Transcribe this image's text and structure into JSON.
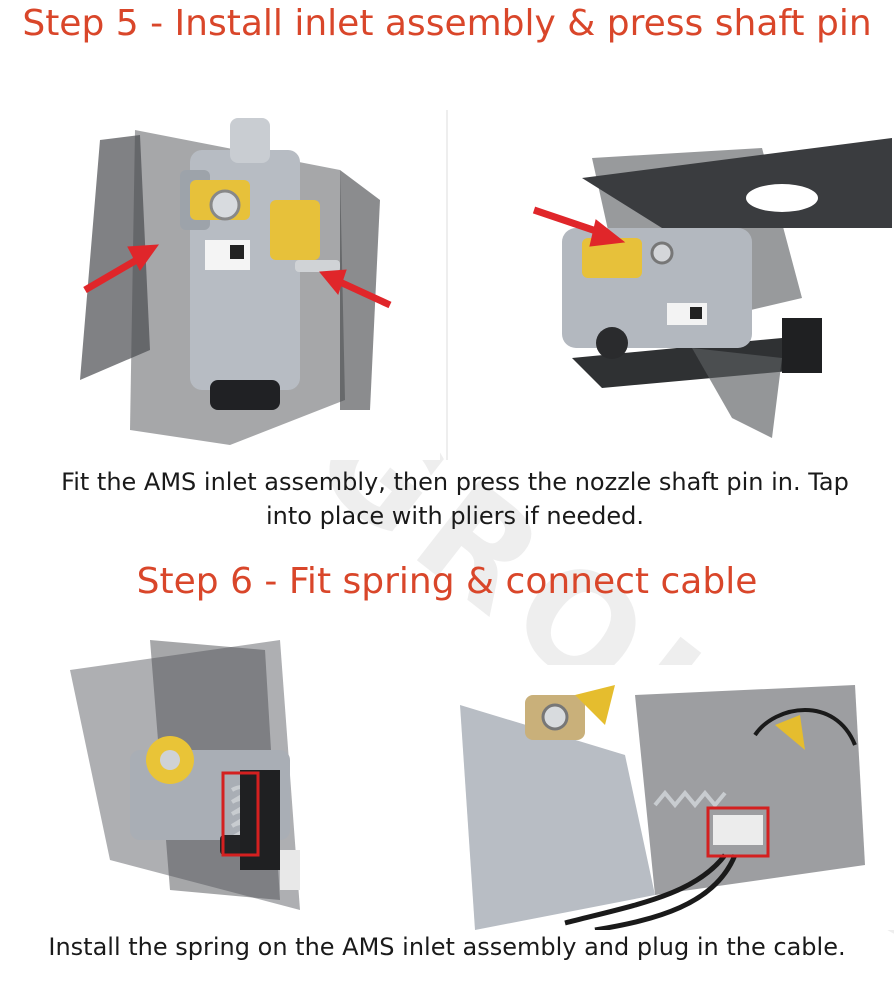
{
  "step5": {
    "title": "Step 5 - Install inlet assembly & press shaft pin",
    "caption": "Fit the AMS inlet assembly, then press the nozzle shaft pin in. Tap into place with pliers if needed."
  },
  "step6": {
    "title": "Step 6 - Fit spring & connect cable",
    "caption": "Install the spring on the AMS inlet assembly and plug in the cable."
  },
  "watermark": "TWGROLIBO",
  "colors": {
    "heading": "#d9462a",
    "arrow": "#e0262a",
    "highlight_box": "#d42020"
  }
}
